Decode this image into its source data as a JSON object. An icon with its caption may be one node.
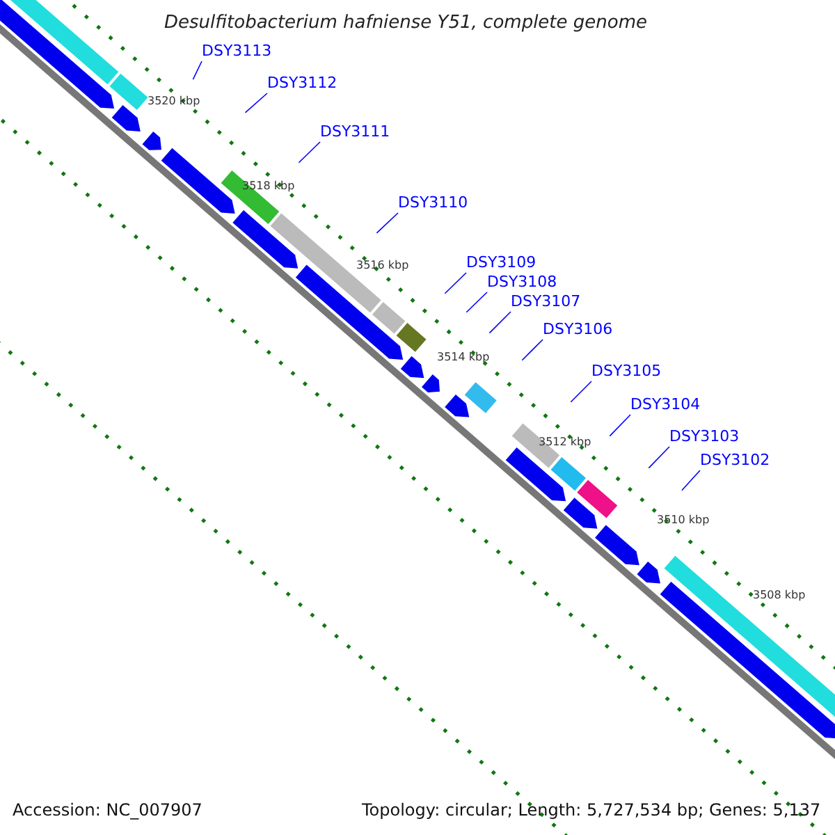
{
  "diagram": {
    "title": "Desulfitobacterium hafniense Y51, complete genome",
    "nodes": [
      {
        "text": [
          "DSY3113"
        ]
      },
      {
        "text": [
          "DSY3112"
        ]
      },
      {
        "text": [
          "DSY3111"
        ]
      },
      {
        "text": [
          "DSY3110"
        ]
      },
      {
        "text": [
          "DSY3109"
        ]
      },
      {
        "text": [
          "DSY3108"
        ]
      },
      {
        "text": [
          "DSY3107"
        ]
      },
      {
        "text": [
          "DSY3106"
        ]
      },
      {
        "text": [
          "DSY3105"
        ]
      },
      {
        "text": [
          "DSY3104"
        ]
      },
      {
        "text": [
          "DSY3103"
        ]
      },
      {
        "text": [
          "DSY3102"
        ]
      }
    ],
    "edges": [
      {
        "from": 0,
        "to": null,
        "arrow": "none"
      },
      {
        "from": 1,
        "to": null,
        "arrow": "none"
      },
      {
        "from": 2,
        "to": null,
        "arrow": "none"
      },
      {
        "from": 3,
        "to": null,
        "arrow": "none"
      },
      {
        "from": 4,
        "to": null,
        "arrow": "none"
      },
      {
        "from": 5,
        "to": null,
        "arrow": "none"
      },
      {
        "from": 6,
        "to": null,
        "arrow": "none"
      },
      {
        "from": 7,
        "to": null,
        "arrow": "none"
      },
      {
        "from": 8,
        "to": null,
        "arrow": "none"
      },
      {
        "from": 9,
        "to": null,
        "arrow": "none"
      },
      {
        "from": 10,
        "to": null,
        "arrow": "none"
      },
      {
        "from": 11,
        "to": null,
        "arrow": "none"
      }
    ],
    "labels": [
      "3520 kbp",
      "3518 kbp",
      "3516 kbp",
      "3514 kbp",
      "3512 kbp",
      "3510 kbp",
      "3508 kbp",
      "Accession: NC_007907",
      "Topology: circular; Length: 5,727,534 bp; Genes: 5,137"
    ]
  }
}
